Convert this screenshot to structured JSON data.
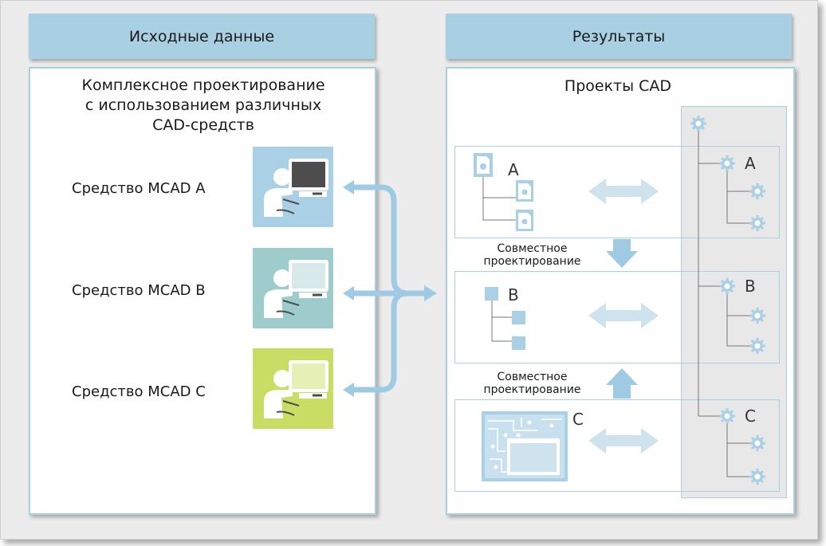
{
  "inputs": {
    "header": "Исходные данные",
    "description": [
      "Комплексное проектирование",
      "с использованием различных",
      "CAD-средств"
    ],
    "tools": [
      {
        "label": "Средство MCAD A",
        "color": "#a9d0e4"
      },
      {
        "label": "Средство MCAD B",
        "color": "#9ecbcb"
      },
      {
        "label": "Средство MCAD C",
        "color": "#c9dc63"
      }
    ]
  },
  "results": {
    "header": "Результаты",
    "title": "Проекты CAD",
    "rows": [
      {
        "letter": "A",
        "tree_letter": "A"
      },
      {
        "letter": "B",
        "tree_letter": "B"
      },
      {
        "letter": "C",
        "tree_letter": "C"
      }
    ],
    "collab_1": [
      "Совместное",
      "проектирование"
    ],
    "collab_2": [
      "Совместное",
      "проектирование"
    ]
  },
  "colors": {
    "accent": "#a9cfe2",
    "arrow_light": "#cfe3ef",
    "arrow_mid": "#9fcae3",
    "tree_panel": "#e8e8e8"
  }
}
